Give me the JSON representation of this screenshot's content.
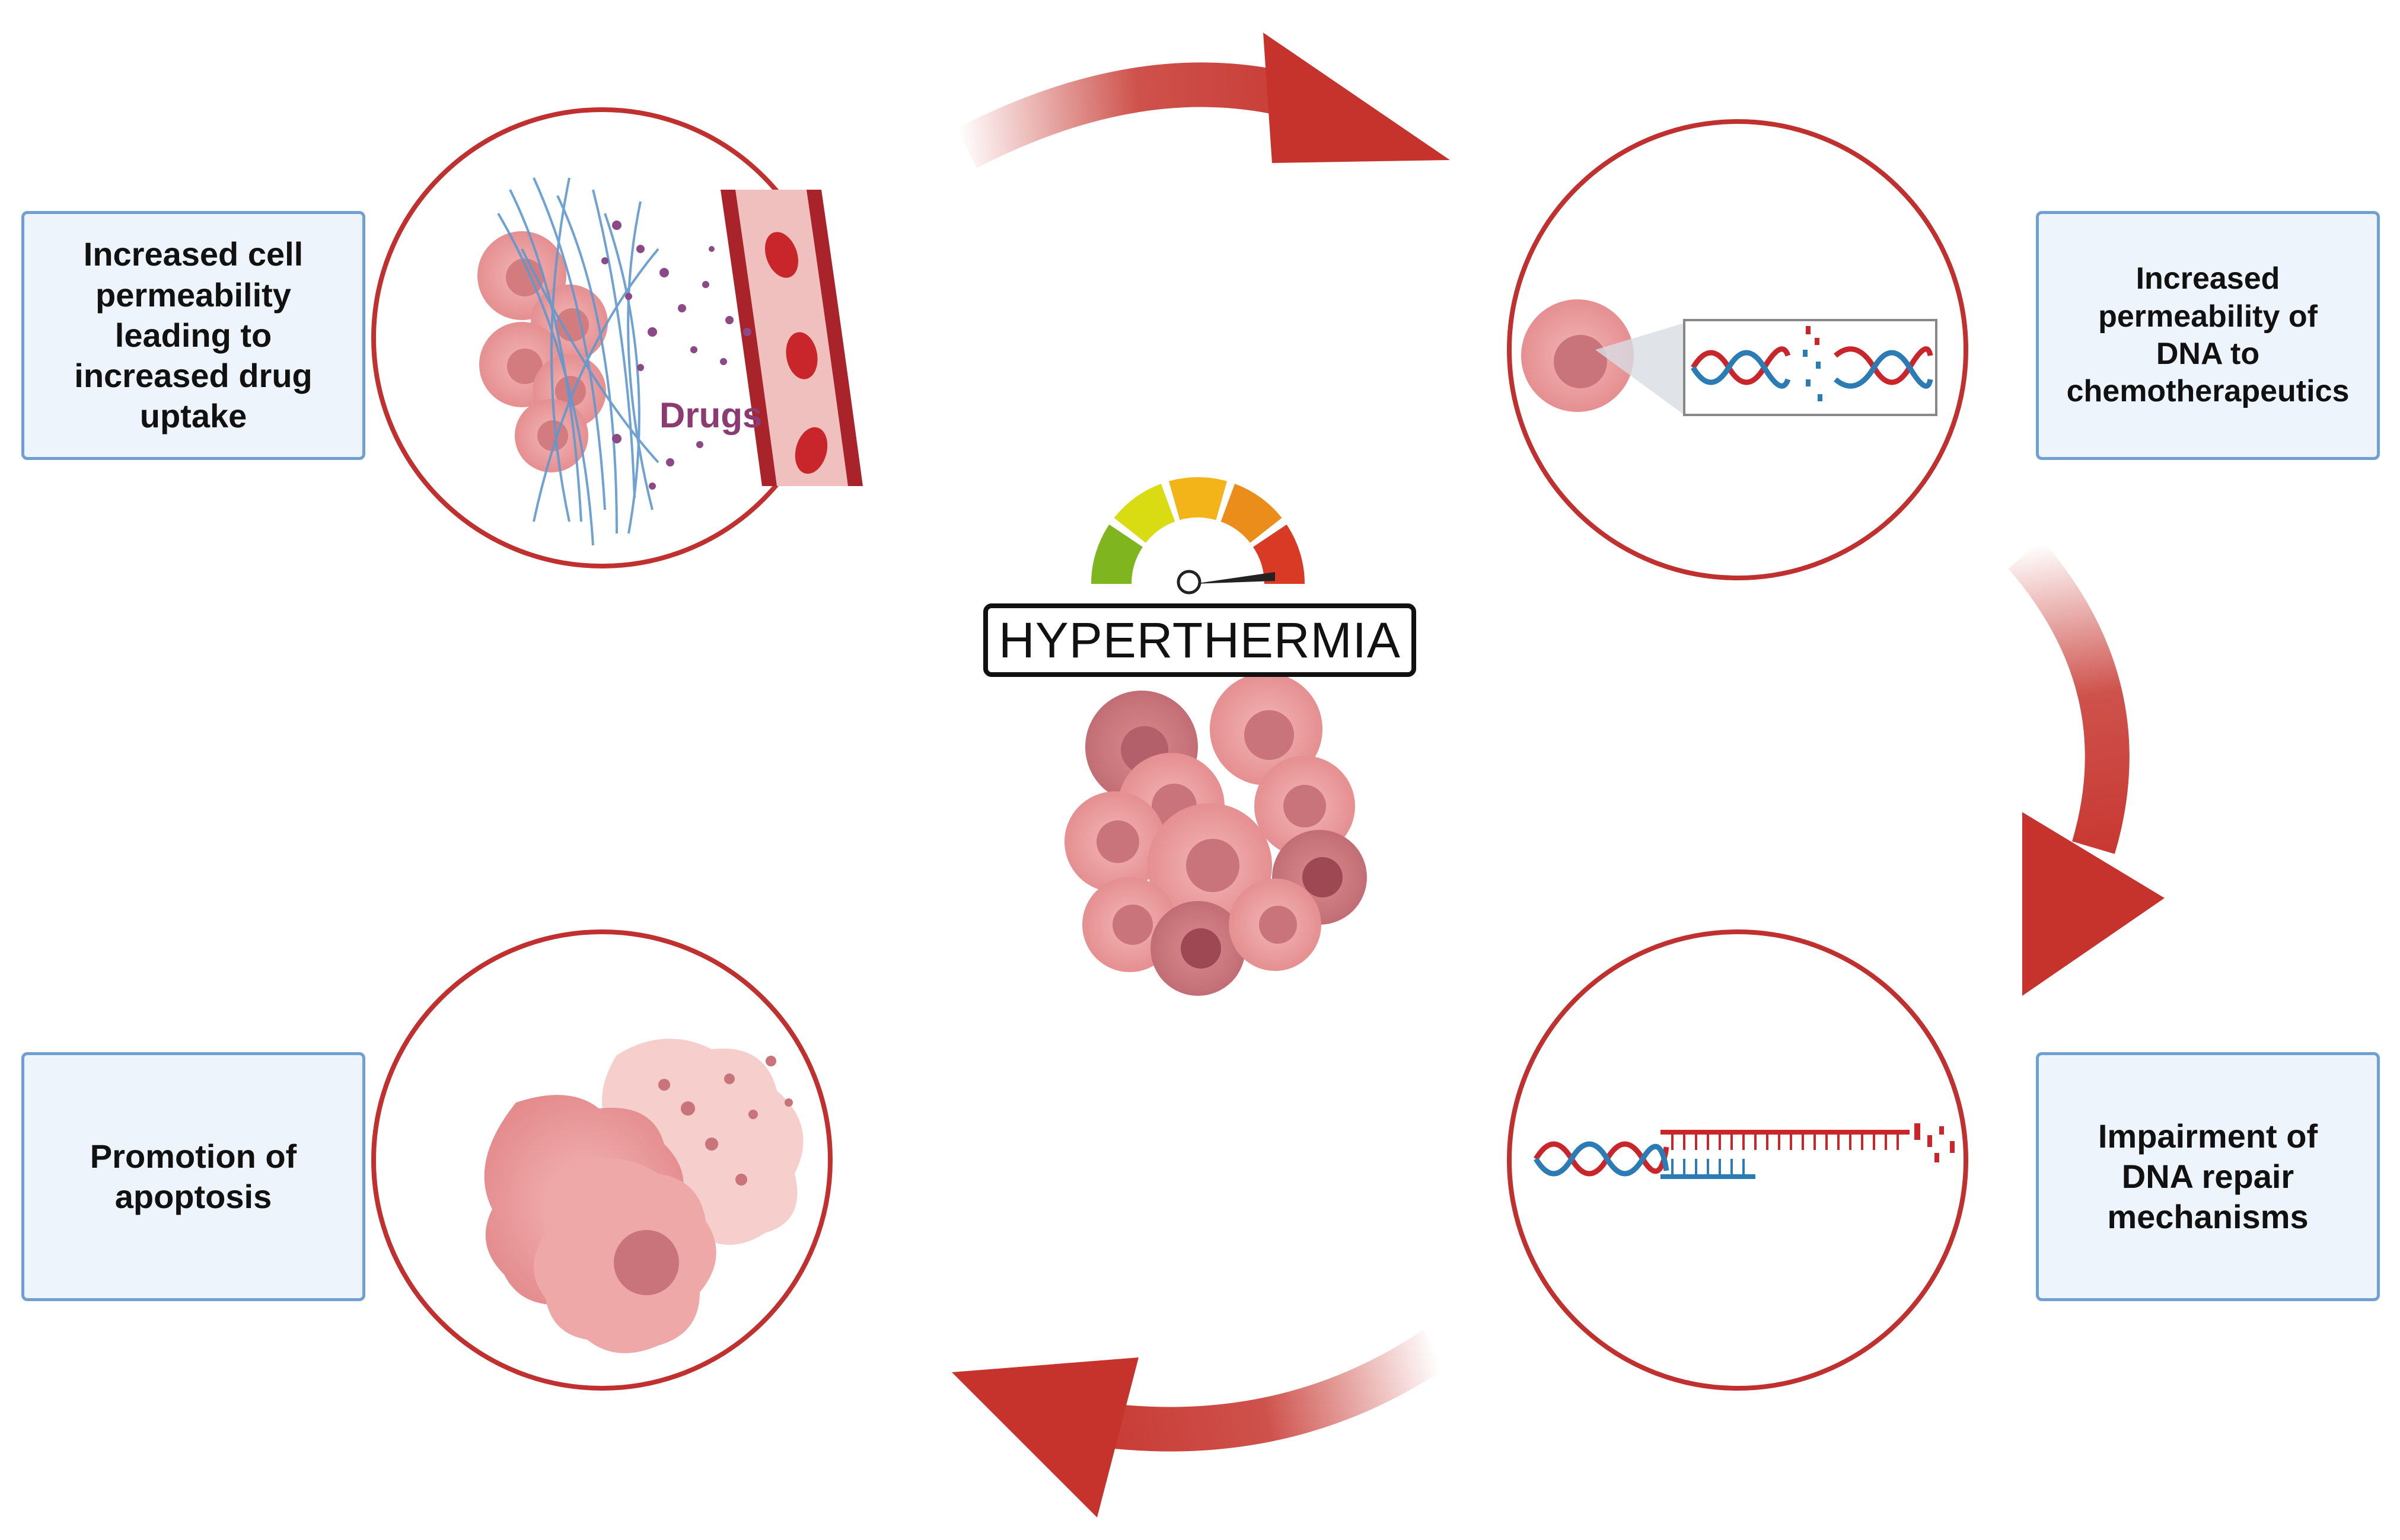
{
  "title": "HYPERTHERMIA",
  "drugs_label": "Drugs",
  "steps": {
    "top_left": "Increased cell\npermeability\nleading to\nincreased drug\nuptake",
    "top_right": "Increased\npermeability of\nDNA to\nchemotherapeutics",
    "bottom_right": "Impairment of\nDNA repair\nmechanisms",
    "bottom_left": "Promotion of\napoptosis"
  },
  "gauge_colors": [
    "#7fb61f",
    "#d9dc13",
    "#f2b418",
    "#eb8d1b",
    "#d93a26"
  ],
  "accent": {
    "circle_border": "#c0302e",
    "arrow": "#c6332c",
    "box_border": "#6f9fd3",
    "box_fill": "#eef4fb"
  }
}
